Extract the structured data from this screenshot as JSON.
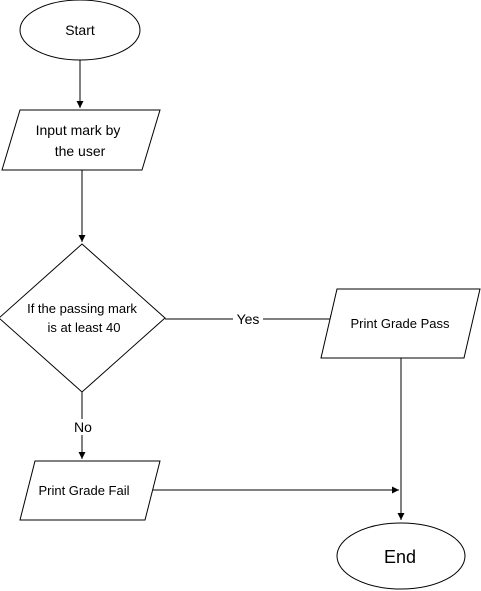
{
  "nodes": {
    "start": {
      "text": "Start"
    },
    "input": {
      "line1": "Input mark by",
      "line2": "the user"
    },
    "decision": {
      "line1": "If the passing mark",
      "line2": "is at least 40"
    },
    "pass": {
      "text": "Print Grade Pass"
    },
    "fail": {
      "text": "Print Grade Fail"
    },
    "end": {
      "text": "End"
    }
  },
  "edges": {
    "yes_label": "Yes",
    "no_label": "No"
  }
}
